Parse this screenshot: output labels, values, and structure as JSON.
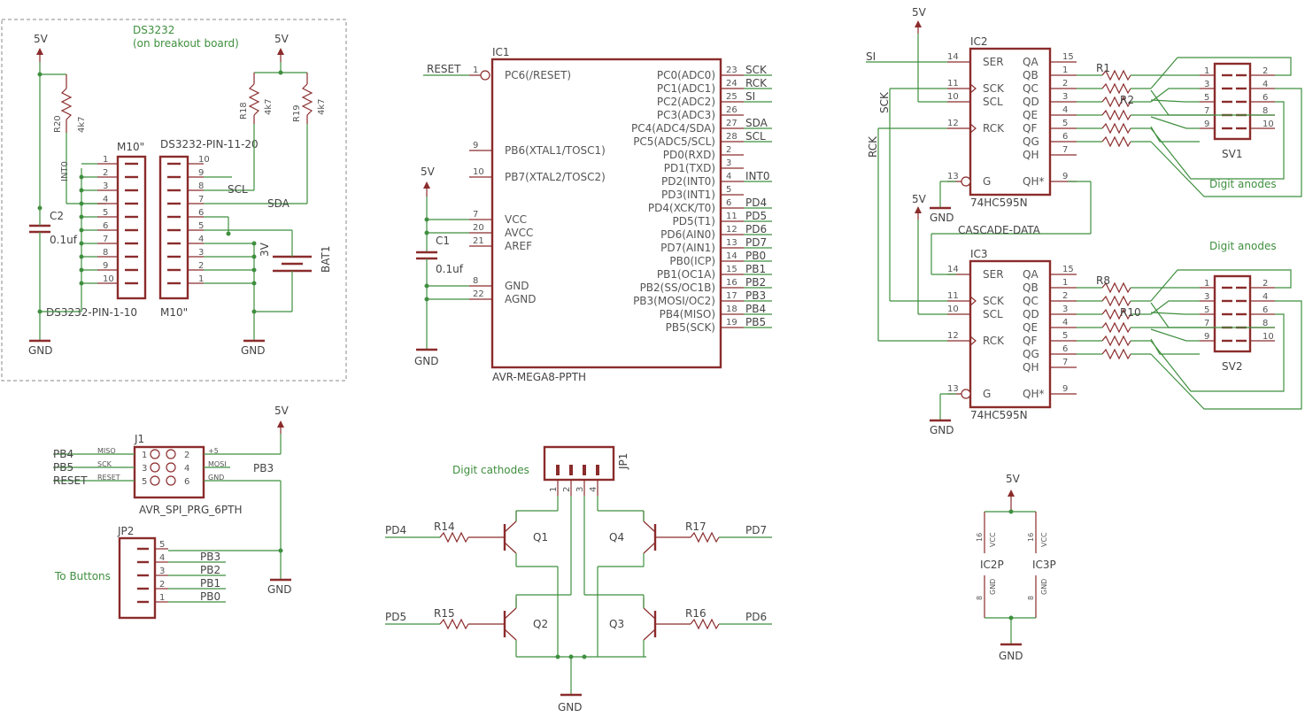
{
  "power": {
    "vcc": "5V",
    "vcc3": "3V",
    "gnd": "GND"
  },
  "ds3232": {
    "title": "DS3232",
    "subtitle": "(on breakout board)",
    "conn_left_name": "M10\"",
    "conn_right_name": "M10\"",
    "left_bottom_label": "DS3232-PIN-1-10",
    "right_top_label": "DS3232-PIN-11-20",
    "left_pins": [
      "1",
      "2",
      "3",
      "4",
      "5",
      "6",
      "7",
      "8",
      "9",
      "10"
    ],
    "right_pins": [
      "10",
      "9",
      "8",
      "7",
      "6",
      "5",
      "4",
      "3",
      "2",
      "1"
    ],
    "r20": "R20",
    "r20_val": "4k7",
    "r18": "R18",
    "r18_val": "4k7",
    "r19": "R19",
    "r19_val": "4k7",
    "c2": "C2",
    "c2_val": "0.1uf",
    "int0": "INT0",
    "scl": "SCL",
    "sda": "SDA",
    "bat": "BAT1"
  },
  "ic1": {
    "name": "IC1",
    "part": "AVR-MEGA8-PPTH",
    "reset_net": "RESET",
    "left_pins": [
      {
        "num": "1",
        "name": "PC6(/RESET)"
      },
      {
        "num": "9",
        "name": "PB6(XTAL1/TOSC1)"
      },
      {
        "num": "10",
        "name": "PB7(XTAL2/TOSC2)"
      },
      {
        "num": "7",
        "name": "VCC"
      },
      {
        "num": "20",
        "name": "AVCC"
      },
      {
        "num": "21",
        "name": "AREF"
      },
      {
        "num": "8",
        "name": "GND"
      },
      {
        "num": "22",
        "name": "AGND"
      }
    ],
    "right_pins": [
      {
        "num": "23",
        "name": "PC0(ADC0)",
        "net": "SCK"
      },
      {
        "num": "24",
        "name": "PC1(ADC1)",
        "net": "RCK"
      },
      {
        "num": "25",
        "name": "PC2(ADC2)",
        "net": "SI"
      },
      {
        "num": "26",
        "name": "PC3(ADC3)",
        "net": ""
      },
      {
        "num": "27",
        "name": "PC4(ADC4/SDA)",
        "net": "SDA"
      },
      {
        "num": "28",
        "name": "PC5(ADC5/SCL)",
        "net": "SCL"
      },
      {
        "num": "2",
        "name": "PD0(RXD)",
        "net": ""
      },
      {
        "num": "3",
        "name": "PD1(TXD)",
        "net": ""
      },
      {
        "num": "4",
        "name": "PD2(INT0)",
        "net": "INT0"
      },
      {
        "num": "5",
        "name": "PD3(INT1)",
        "net": ""
      },
      {
        "num": "6",
        "name": "PD4(XCK/T0)",
        "net": "PD4"
      },
      {
        "num": "11",
        "name": "PD5(T1)",
        "net": "PD5"
      },
      {
        "num": "12",
        "name": "PD6(AIN0)",
        "net": "PD6"
      },
      {
        "num": "13",
        "name": "PD7(AIN1)",
        "net": "PD7"
      },
      {
        "num": "14",
        "name": "PB0(ICP)",
        "net": "PB0"
      },
      {
        "num": "15",
        "name": "PB1(OC1A)",
        "net": "PB1"
      },
      {
        "num": "16",
        "name": "PB2(SS/OC1B)",
        "net": "PB2"
      },
      {
        "num": "17",
        "name": "PB3(MOSI/OC2)",
        "net": "PB3"
      },
      {
        "num": "18",
        "name": "PB4(MISO)",
        "net": "PB4"
      },
      {
        "num": "19",
        "name": "PB5(SCK)",
        "net": "PB5"
      }
    ],
    "c1": "C1",
    "c1_val": "0.1uf"
  },
  "j1": {
    "name": "J1",
    "part": "AVR_SPI_PRG_6PTH",
    "left": [
      {
        "net": "PB4",
        "sig": "MISO",
        "num": "1"
      },
      {
        "net": "PB5",
        "sig": "SCK",
        "num": "3"
      },
      {
        "net": "RESET",
        "sig": "RESET",
        "num": "5"
      }
    ],
    "right": [
      {
        "num": "2",
        "sig": "+5",
        "net": ""
      },
      {
        "num": "4",
        "sig": "MOSI",
        "net": "PB3"
      },
      {
        "num": "6",
        "sig": "GND",
        "net": ""
      }
    ]
  },
  "jp2": {
    "name": "JP2",
    "caption": "To Buttons",
    "pins": [
      {
        "num": "5",
        "net": ""
      },
      {
        "num": "4",
        "net": "PB3"
      },
      {
        "num": "3",
        "net": "PB2"
      },
      {
        "num": "2",
        "net": "PB1"
      },
      {
        "num": "1",
        "net": "PB0"
      }
    ]
  },
  "jp1": {
    "name": "JP1",
    "caption": "Digit cathodes",
    "pins": [
      "1",
      "2",
      "3",
      "4"
    ]
  },
  "transistors": [
    {
      "q": "Q1",
      "r": "R14",
      "net": "PD4"
    },
    {
      "q": "Q4",
      "r": "R17",
      "net": "PD7"
    },
    {
      "q": "Q2",
      "r": "R15",
      "net": "PD5"
    },
    {
      "q": "Q3",
      "r": "R16",
      "net": "PD6"
    }
  ],
  "ic2": {
    "name": "IC2",
    "part": "74HC595N",
    "left": [
      {
        "num": "14",
        "name": "SER"
      },
      {
        "num": "11",
        "name": "SCK"
      },
      {
        "num": "10",
        "name": "SCL"
      },
      {
        "num": "12",
        "name": "RCK"
      },
      {
        "num": "13",
        "name": "G"
      }
    ],
    "right": [
      {
        "num": "15",
        "name": "QA"
      },
      {
        "num": "1",
        "name": "QB"
      },
      {
        "num": "2",
        "name": "QC"
      },
      {
        "num": "3",
        "name": "QD"
      },
      {
        "num": "4",
        "name": "QE"
      },
      {
        "num": "5",
        "name": "QF"
      },
      {
        "num": "6",
        "name": "QG"
      },
      {
        "num": "7",
        "name": "QH"
      },
      {
        "num": "9",
        "name": "QH*"
      }
    ],
    "si": "SI",
    "sck": "SCK",
    "rck": "RCK",
    "res_first": "R1",
    "res_mid": "R2",
    "cascade": "CASCADE-DATA"
  },
  "ic3": {
    "name": "IC3",
    "part": "74HC595N",
    "left": [
      {
        "num": "14",
        "name": "SER"
      },
      {
        "num": "11",
        "name": "SCK"
      },
      {
        "num": "10",
        "name": "SCL"
      },
      {
        "num": "12",
        "name": "RCK"
      },
      {
        "num": "13",
        "name": "G"
      }
    ],
    "right": [
      {
        "num": "15",
        "name": "QA"
      },
      {
        "num": "1",
        "name": "QB"
      },
      {
        "num": "2",
        "name": "QC"
      },
      {
        "num": "3",
        "name": "QD"
      },
      {
        "num": "4",
        "name": "QE"
      },
      {
        "num": "5",
        "name": "QF"
      },
      {
        "num": "6",
        "name": "QG"
      },
      {
        "num": "7",
        "name": "QH"
      },
      {
        "num": "9",
        "name": "QH*"
      }
    ],
    "res_first": "R8",
    "res_mid": "R10"
  },
  "sv1": {
    "name": "SV1",
    "caption": "Digit anodes",
    "left": [
      "1",
      "3",
      "5",
      "7",
      "9"
    ],
    "right": [
      "2",
      "4",
      "6",
      "8",
      "10"
    ]
  },
  "sv2": {
    "name": "SV2",
    "caption": "Digit anodes",
    "left": [
      "1",
      "3",
      "5",
      "7",
      "9"
    ],
    "right": [
      "2",
      "4",
      "6",
      "8",
      "10"
    ]
  },
  "power_pins": {
    "ic2p": "IC2P",
    "ic3p": "IC3P",
    "vcc": "VCC",
    "gnd": "GND",
    "vcc_num": "16",
    "gnd_num": "8"
  }
}
